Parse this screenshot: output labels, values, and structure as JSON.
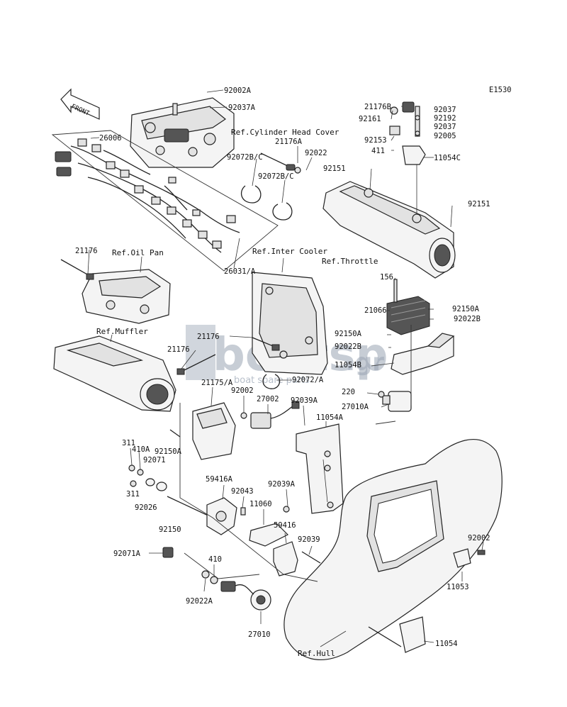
{
  "diagram_code": "E1530",
  "front_arrow": "FRONT",
  "watermark": {
    "brand": "boatsp",
    "tld": ".gr",
    "tagline": "boat spare parts"
  },
  "labels": {
    "p92002A": "92002A",
    "p92037A": "92037A",
    "p26006": "26006",
    "refCylinder": "Ref.Cylinder Head Cover",
    "p21176A": "21176A",
    "p92022": "92022",
    "p92072BC1": "92072B/C",
    "p92072BC2": "92072B/C",
    "p21176B": "21176B",
    "p92161": "92161",
    "p92153": "92153",
    "p411": "411",
    "p92037a": "92037",
    "p92192": "92192",
    "p92037b": "92037",
    "p92005": "92005",
    "p11054C": "11054C",
    "p92151a": "92151",
    "p92151b": "92151",
    "p26031A": "26031/A",
    "refInter": "Ref.Inter Cooler",
    "p21176a": "21176",
    "refOil": "Ref.Oil Pan",
    "refThrottle": "Ref.Throttle",
    "p156": "156",
    "p21066": "21066",
    "p92150Ar": "92150A",
    "p92022B1": "92022B",
    "p92150A2": "92150A",
    "p92022B2": "92022B",
    "refMuffler": "Ref.Muffler",
    "p21176b": "21176",
    "p21176c": "21176",
    "p11054B": "11054B",
    "p92072A": "92072/A",
    "p21175A": "21175/A",
    "p220": "220",
    "p27010A": "27010A",
    "p92002a": "92002",
    "p27002": "27002",
    "p92039A1": "92039A",
    "p11054A": "11054A",
    "p311a": "311",
    "p410A": "410A",
    "p92071": "92071",
    "p92150Al": "92150A",
    "p311b": "311",
    "p92026": "92026",
    "p59416A": "59416A",
    "p92043": "92043",
    "p92039A2": "92039A",
    "p11060": "11060",
    "p92150": "92150",
    "p59416": "59416",
    "p92039": "92039",
    "p92071A": "92071A",
    "p410": "410",
    "p92002b": "92002",
    "p11053": "11053",
    "p92022A": "92022A",
    "p27010": "27010",
    "refHull": "Ref.Hull",
    "p11054": "11054"
  }
}
